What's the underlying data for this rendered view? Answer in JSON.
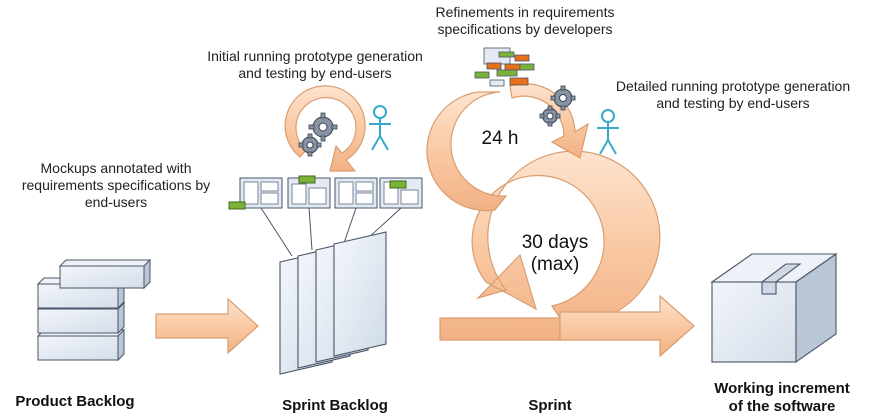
{
  "stages": {
    "product_backlog": "Product Backlog",
    "sprint_backlog": "Sprint Backlog",
    "sprint": "Sprint",
    "increment_line1": "Working increment",
    "increment_line2": "of the software"
  },
  "annotations": {
    "mockups": [
      "Mockups annotated with",
      "requirements specifications by",
      "end-users"
    ],
    "initial_prototype": [
      "Initial running prototype generation",
      "and testing by end-users"
    ],
    "refinements": [
      "Refinements in requirements",
      "specifications by developers"
    ],
    "detailed_prototype": [
      "Detailed running prototype generation",
      "and testing by end-users"
    ]
  },
  "cycles": {
    "daily": "24 h",
    "sprint_line1": "30 days",
    "sprint_line2": "(max)"
  },
  "colors": {
    "arrow_fill": "#f9c9a3",
    "arrow_stroke": "#d99d6f",
    "doc_fill": "#e4ecf6",
    "doc_stroke": "#4a5568",
    "mockup_green": "#7db23a",
    "refine_orange": "#e8701a",
    "stick_figure": "#38a9c9",
    "gear": "#8894a4"
  },
  "icons": [
    "gear-icon",
    "stick-figure-icon",
    "box-icon",
    "document-icon",
    "mockup-icon"
  ]
}
